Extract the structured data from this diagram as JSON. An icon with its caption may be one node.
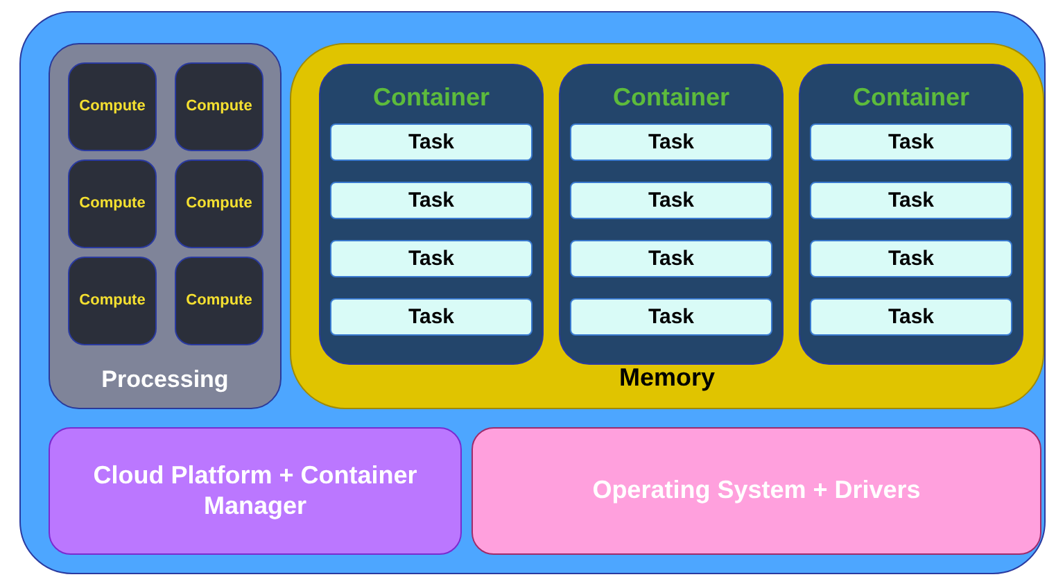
{
  "diagram": {
    "nodes": [
      {
        "text": [],
        "shape": "box"
      },
      {
        "text": [
          "Processing"
        ],
        "in": 0
      },
      {
        "text": [
          "Compute"
        ],
        "in": 1
      },
      {
        "text": [
          "Compute"
        ],
        "in": 1
      },
      {
        "text": [
          "Compute"
        ],
        "in": 1
      },
      {
        "text": [
          "Compute"
        ],
        "in": 1
      },
      {
        "text": [
          "Compute"
        ],
        "in": 1
      },
      {
        "text": [
          "Compute"
        ],
        "in": 1
      },
      {
        "text": [
          "Memory"
        ],
        "in": 0
      },
      {
        "text": [
          "Container"
        ],
        "in": 8
      },
      {
        "text": [
          "Task"
        ],
        "in": 9
      },
      {
        "text": [
          "Task"
        ],
        "in": 9
      },
      {
        "text": [
          "Task"
        ],
        "in": 9
      },
      {
        "text": [
          "Task"
        ],
        "in": 9
      },
      {
        "text": [
          "Container"
        ],
        "in": 8
      },
      {
        "text": [
          "Task"
        ],
        "in": 14
      },
      {
        "text": [
          "Task"
        ],
        "in": 14
      },
      {
        "text": [
          "Task"
        ],
        "in": 14
      },
      {
        "text": [
          "Task"
        ],
        "in": 14
      },
      {
        "text": [
          "Container"
        ],
        "in": 8
      },
      {
        "text": [
          "Task"
        ],
        "in": 19
      },
      {
        "text": [
          "Task"
        ],
        "in": 19
      },
      {
        "text": [
          "Task"
        ],
        "in": 19
      },
      {
        "text": [
          "Task"
        ],
        "in": 19
      },
      {
        "text": [
          "Cloud Platform + Container Manager"
        ],
        "in": 0
      },
      {
        "text": [
          "Operating System + Drivers"
        ],
        "in": 0
      }
    ]
  }
}
